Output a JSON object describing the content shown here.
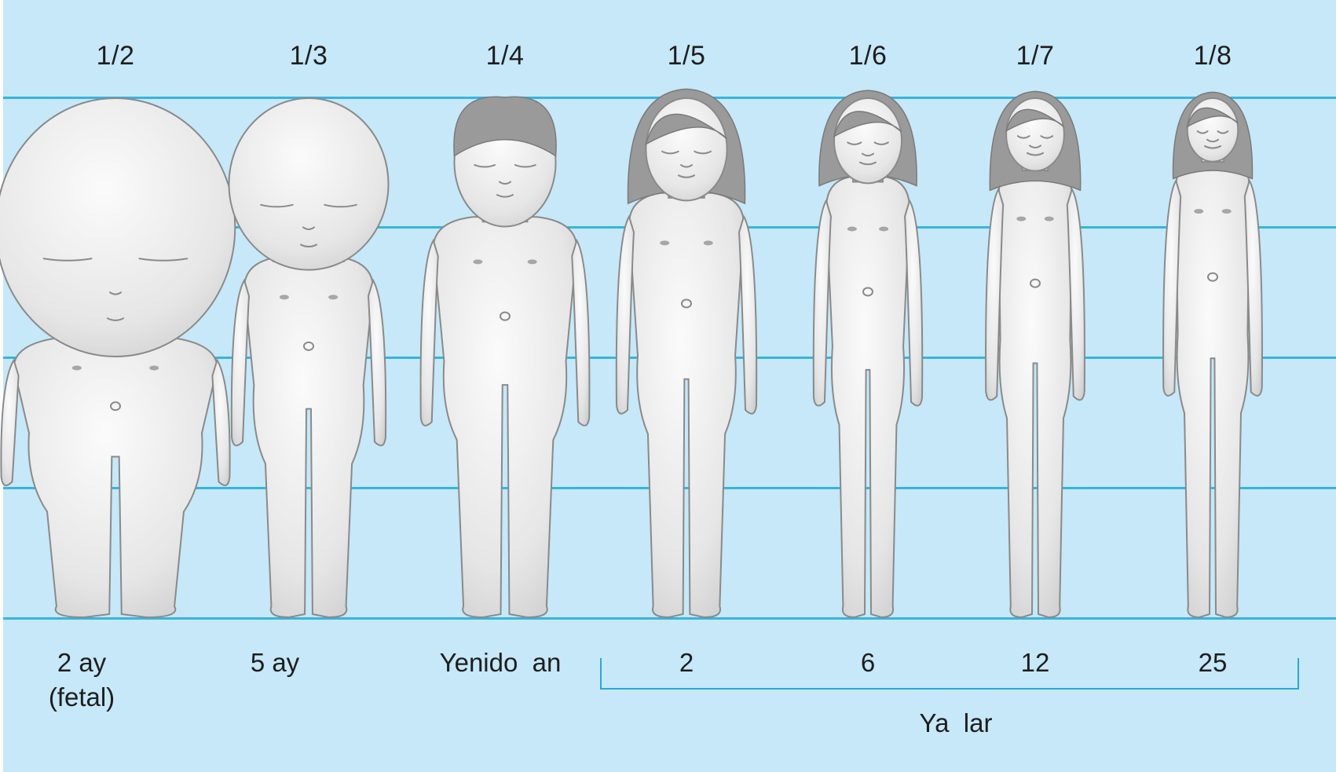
{
  "ratios": [
    "1/2",
    "1/3",
    "1/4",
    "1/5",
    "1/6",
    "1/7",
    "1/8"
  ],
  "ages": [
    "2 ay\n(fetal)",
    "5 ay",
    "Yenido  an",
    "2",
    "6",
    "12",
    "25"
  ],
  "group_label": "Ya  lar",
  "colors": {
    "background": "#c6e8f8",
    "guide_lines": "#38b4de",
    "skin_light": "#f7f7f7",
    "skin_shade": "#d8d8d8",
    "hair": "#9a9a9a",
    "text": "#1e1e1e"
  },
  "figures": [
    {
      "stage": "fetus-2-months",
      "head_fraction": 0.5,
      "hair": false
    },
    {
      "stage": "fetus-5-months",
      "head_fraction": 0.3333,
      "hair": false
    },
    {
      "stage": "newborn",
      "head_fraction": 0.25,
      "hair": "short"
    },
    {
      "stage": "age-2",
      "head_fraction": 0.2,
      "hair": "bob"
    },
    {
      "stage": "age-6",
      "head_fraction": 0.1667,
      "hair": "bob"
    },
    {
      "stage": "age-12",
      "head_fraction": 0.1429,
      "hair": "long"
    },
    {
      "stage": "age-25",
      "head_fraction": 0.125,
      "hair": "long"
    }
  ]
}
